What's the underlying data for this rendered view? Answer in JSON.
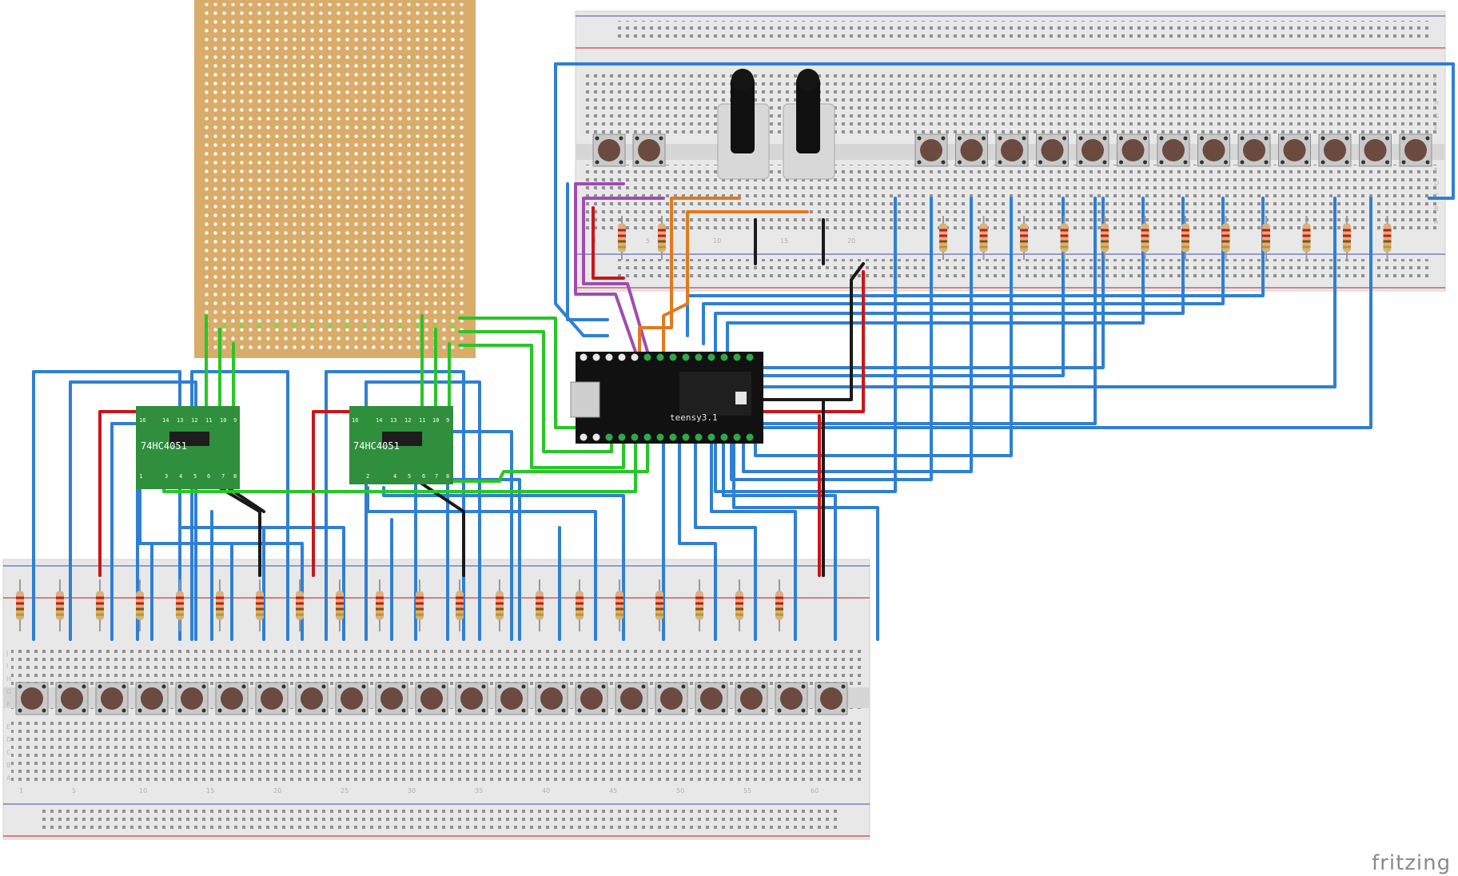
{
  "diagram": {
    "tool_logo": "fritzing",
    "chips": [
      {
        "label": "74HC4051",
        "top_pins": [
          "16",
          "14",
          "13",
          "12",
          "11",
          "10",
          "9"
        ],
        "bottom_pins": [
          "1",
          "",
          "3",
          "4",
          "5",
          "6",
          "7",
          "8"
        ]
      },
      {
        "label": "74HC4051",
        "top_pins": [
          "16",
          "14",
          "13",
          "12",
          "11",
          "10",
          "9"
        ],
        "bottom_pins": [
          "2",
          "",
          "4",
          "5",
          "6",
          "7",
          "8"
        ]
      }
    ],
    "controller": {
      "label": "teensy3.1"
    },
    "top_breadboard": {
      "column_numbers": [
        "1",
        "5",
        "10",
        "15",
        "20"
      ],
      "row_letters_upper": [
        "J",
        "I",
        "H",
        "G",
        "F"
      ],
      "row_letters_lower": [
        "E",
        "D",
        "C",
        "B",
        "A"
      ]
    },
    "bottom_breadboard": {
      "column_numbers": [
        "1",
        "5",
        "10",
        "15",
        "20",
        "25",
        "30",
        "35",
        "40",
        "45",
        "50",
        "55",
        "60"
      ],
      "row_letters_upper": [
        "J",
        "I",
        "H",
        "G",
        "F"
      ],
      "row_letters_lower": [
        "E",
        "D",
        "C",
        "B",
        "A"
      ]
    },
    "colors": {
      "wire_blue": "#2f7fd4",
      "wire_red": "#c8161a",
      "wire_green": "#28c628",
      "wire_black": "#1a1a1a",
      "wire_purple": "#a04cb0",
      "wire_orange": "#e07a1e",
      "stripboard": "#d9ac6a",
      "chip_pcb": "#2f8f3c",
      "breadboard": "#e8e8e8"
    }
  }
}
